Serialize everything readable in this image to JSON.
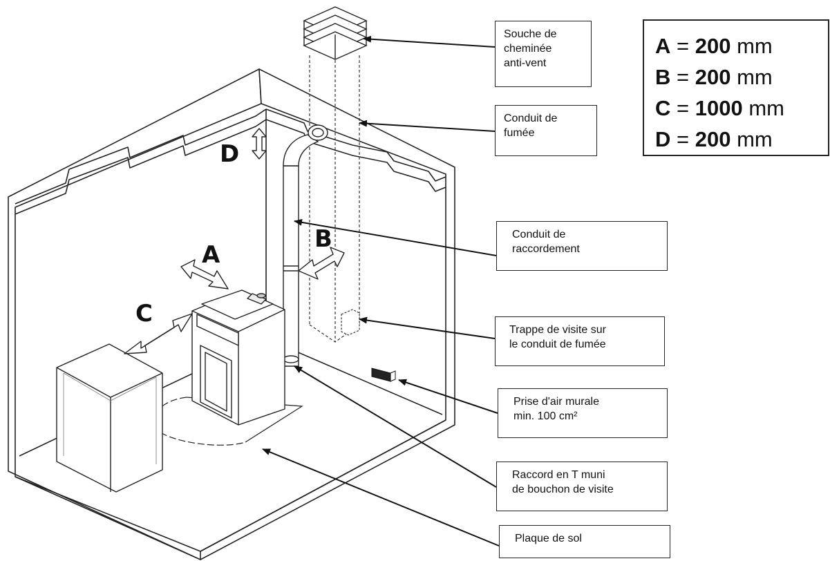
{
  "labels": {
    "chimney_cap": [
      "Souche de",
      "cheminée",
      "anti-vent"
    ],
    "flue": [
      "Conduit de",
      "fumée"
    ],
    "connector_pipe": [
      "Conduit de",
      "raccordement"
    ],
    "inspection_hatch": [
      "Trappe de visite sur",
      "le conduit de fumée"
    ],
    "air_intake": [
      "Prise d'air murale",
      "min. 100 cm²"
    ],
    "t_connector": [
      "Raccord en T muni",
      "de bouchon de visite"
    ],
    "floor_plate": [
      "Plaque de sol"
    ]
  },
  "dimension_letters": {
    "a": "A",
    "b": "B",
    "c": "C",
    "d": "D"
  },
  "legend": [
    {
      "letter": "A",
      "eq": "=",
      "value": "200",
      "unit": "mm"
    },
    {
      "letter": "B",
      "eq": "=",
      "value": "200",
      "unit": "mm"
    },
    {
      "letter": "C",
      "eq": "=",
      "value": "1000",
      "unit": "mm"
    },
    {
      "letter": "D",
      "eq": "=",
      "value": "200",
      "unit": "mm"
    }
  ]
}
